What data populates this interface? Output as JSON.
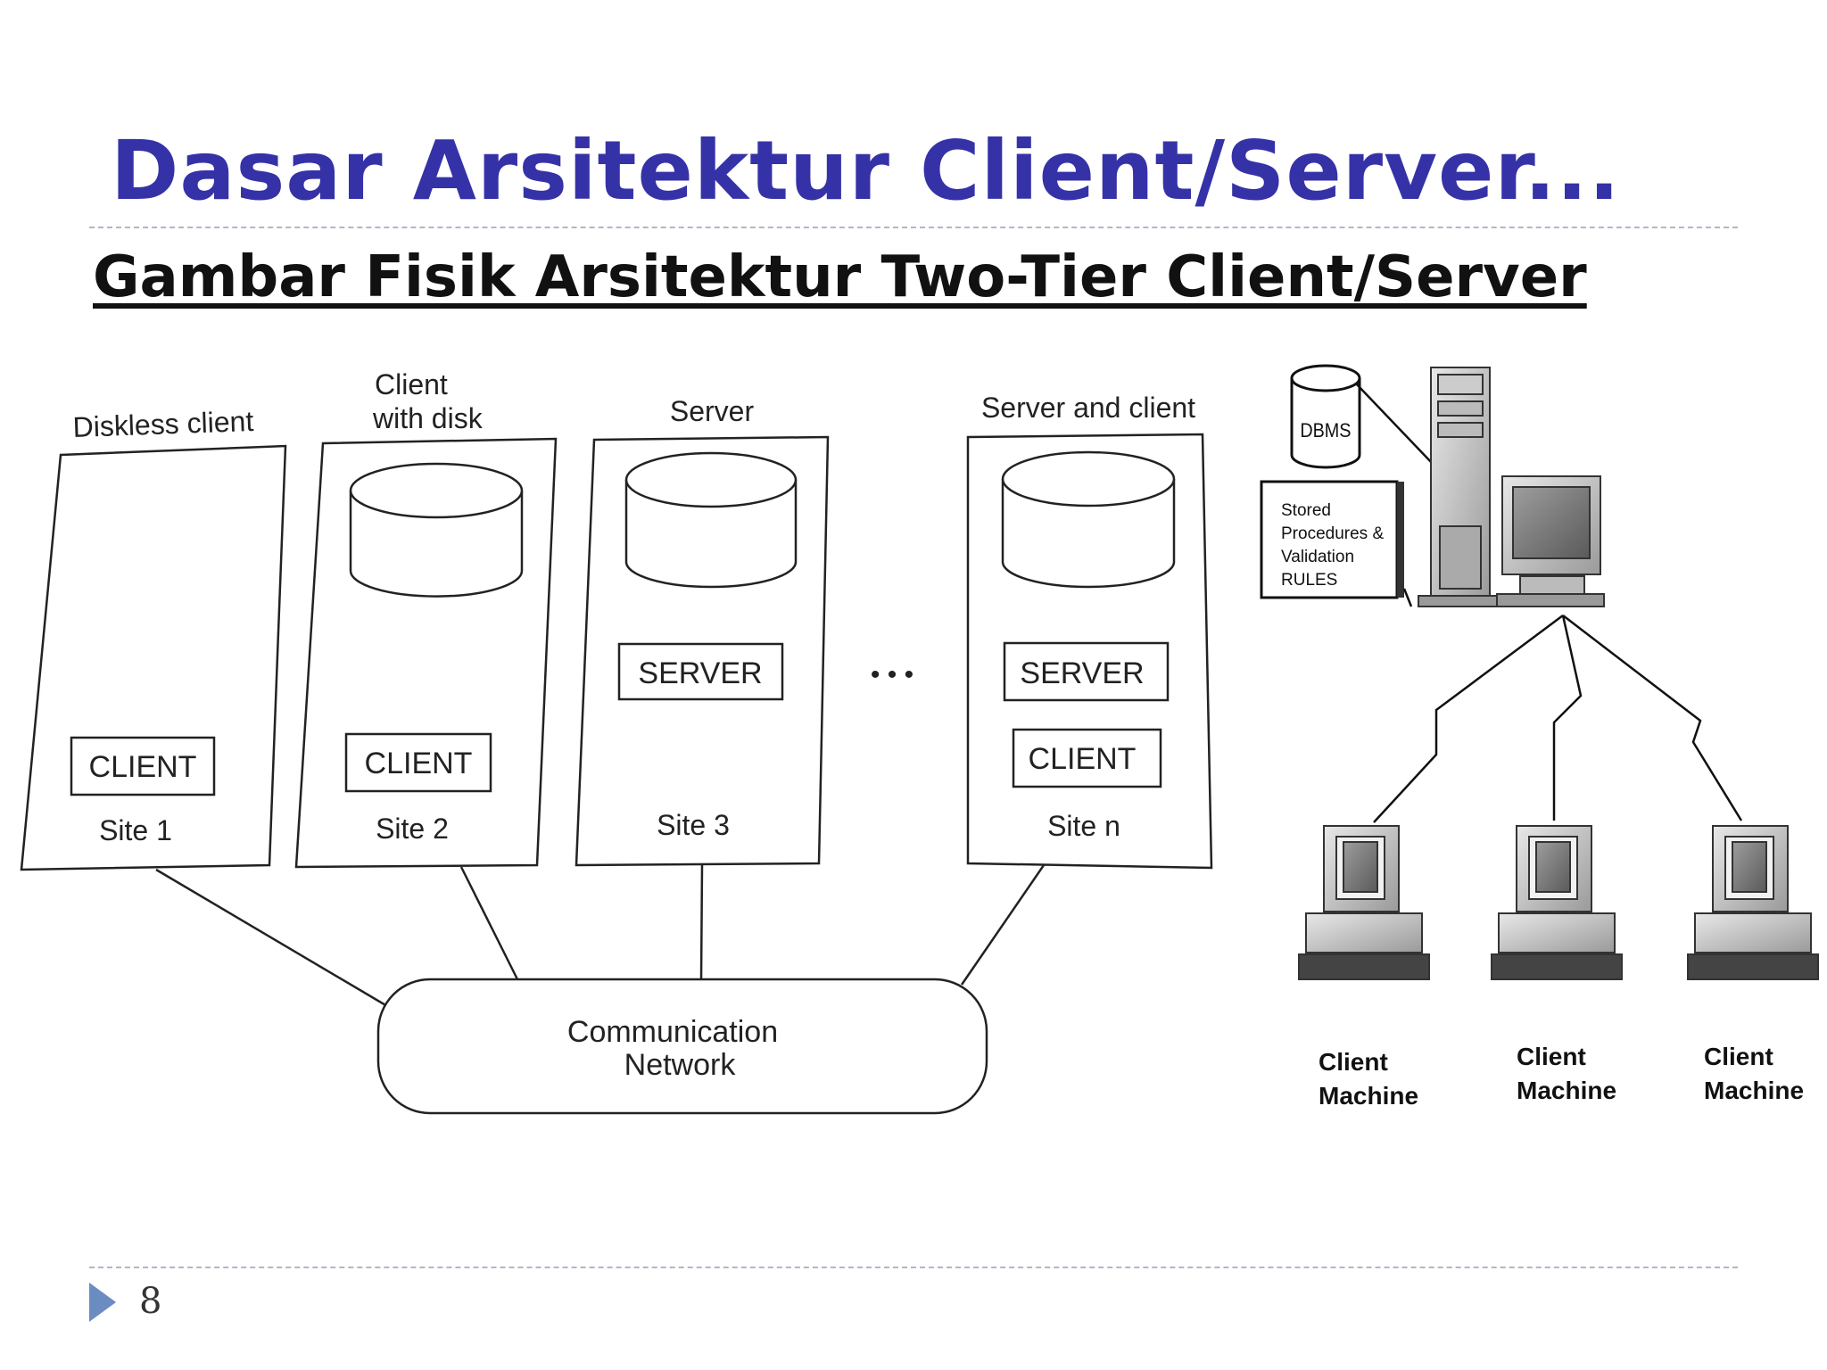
{
  "slide": {
    "title": "Dasar Arsitektur Client/Server...",
    "subtitle": "Gambar Fisik Arsitektur Two-Tier Client/Server",
    "page_number": "8"
  },
  "left_diagram": {
    "sites": [
      {
        "header": "Diskless client",
        "boxes": [
          "CLIENT"
        ],
        "site_label": "Site 1",
        "has_disk": false
      },
      {
        "header_line1": "Client",
        "header_line2": "with disk",
        "boxes": [
          "CLIENT"
        ],
        "site_label": "Site 2",
        "has_disk": true
      },
      {
        "header": "Server",
        "boxes": [
          "SERVER"
        ],
        "site_label": "Site 3",
        "has_disk": true
      },
      {
        "header": "Server and client",
        "boxes": [
          "SERVER",
          "CLIENT"
        ],
        "site_label": "Site n",
        "has_disk": true
      }
    ],
    "ellipsis": "• • •",
    "network_line1": "Communication",
    "network_line2": "Network"
  },
  "right_diagram": {
    "dbms_label": "DBMS",
    "stored_procedures_lines": [
      "Stored",
      "Procedures &",
      "Validation",
      "RULES"
    ],
    "client_machine_line1": "Client",
    "client_machine_line2": "Machine",
    "client_count": 3
  }
}
